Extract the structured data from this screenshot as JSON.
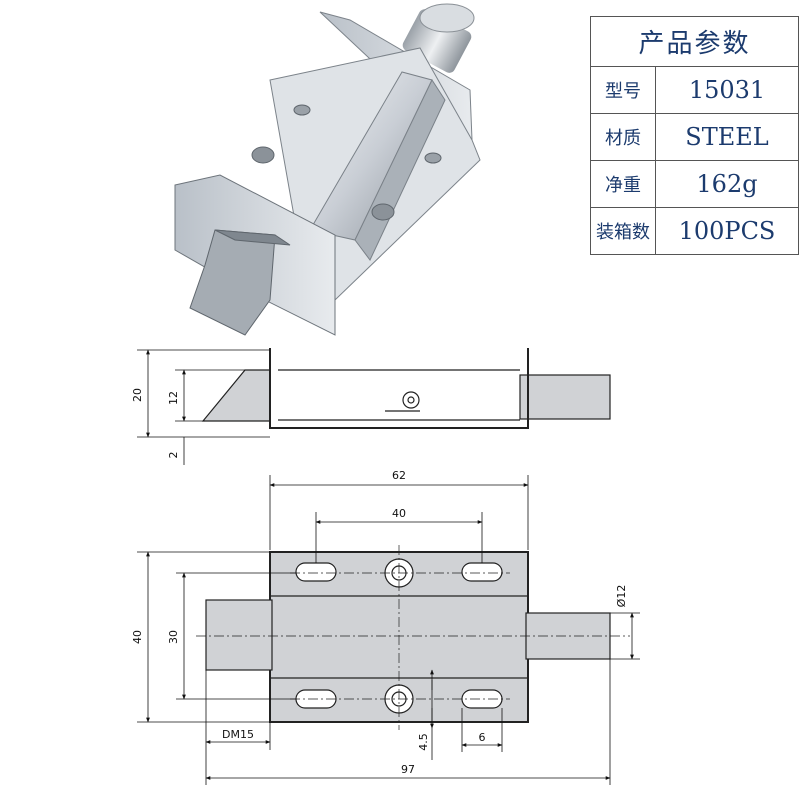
{
  "table": {
    "title": "产品参数",
    "rows": [
      {
        "label": "型号",
        "value": "15031"
      },
      {
        "label": "材质",
        "value": "STEEL"
      },
      {
        "label": "净重",
        "value": "162g"
      },
      {
        "label": "装箱数",
        "value": "100PCS"
      }
    ]
  },
  "dimensions": {
    "side_height": "20",
    "side_inner": "12",
    "side_offset": "2",
    "top_width": "62",
    "hole_spacing": "40",
    "overall_height": "40",
    "inner_height": "30",
    "bolt_diameter": "Ø12",
    "bolt_protrusion": "DM15",
    "slot_offset": "4.5",
    "slot_length": "6",
    "overall_length": "97"
  }
}
